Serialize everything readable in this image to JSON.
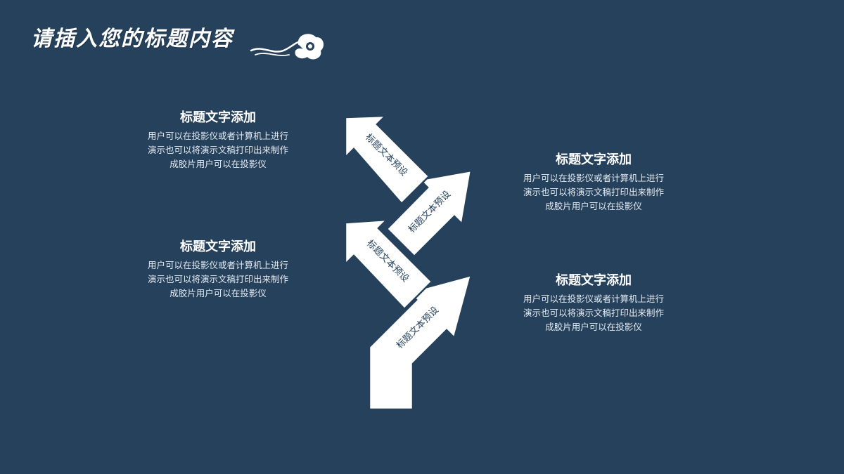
{
  "slide": {
    "title": "请插入您的标题内容"
  },
  "blocks": [
    {
      "heading": "标题文字添加",
      "lines": [
        "用户可以在投影仪或者计算机上进行",
        "演示也可以将演示文稿打印出来制作",
        "成胶片用户可以在投影仪"
      ]
    },
    {
      "heading": "标题文字添加",
      "lines": [
        "用户可以在投影仪或者计算机上进行",
        "演示也可以将演示文稿打印出来制作",
        "成胶片用户可以在投影仪"
      ]
    },
    {
      "heading": "标题文字添加",
      "lines": [
        "用户可以在投影仪或者计算机上进行",
        "演示也可以将演示文稿打印出来制作",
        "成胶片用户可以在投影仪"
      ]
    },
    {
      "heading": "标题文字添加",
      "lines": [
        "用户可以在投影仪或者计算机上进行",
        "演示也可以将演示文稿打印出来制作",
        "成胶片用户可以在投影仪"
      ]
    }
  ],
  "arrows": [
    {
      "label": "标题文本预设"
    },
    {
      "label": "标题文本预设"
    },
    {
      "label": "标题文本预设"
    },
    {
      "label": "标题文本预设"
    }
  ],
  "colors": {
    "background": "#25415c",
    "shape": "#ffffff",
    "text": "#ffffff"
  }
}
